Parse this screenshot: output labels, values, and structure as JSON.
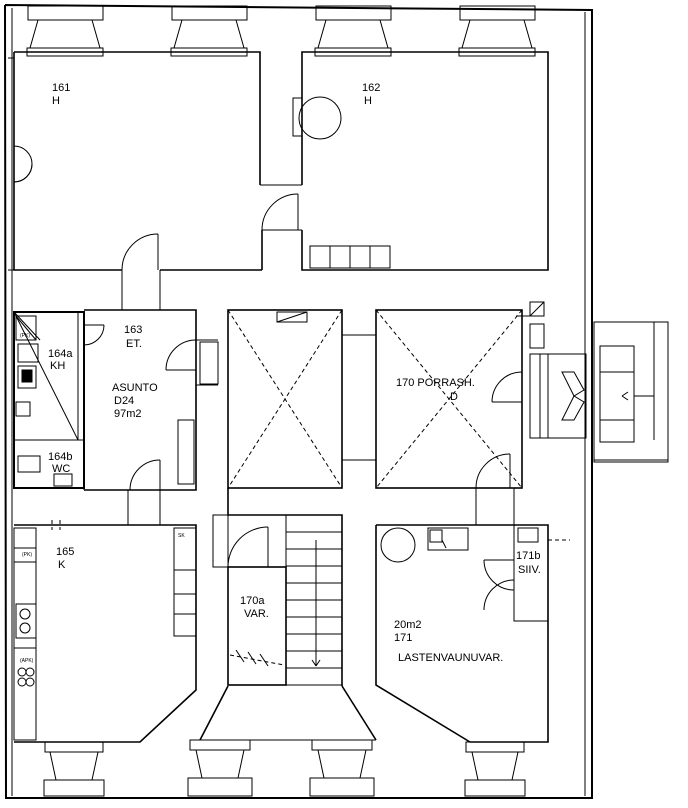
{
  "rooms": {
    "r161": {
      "number": "161",
      "code": "H"
    },
    "r162": {
      "number": "162",
      "code": "H"
    },
    "r163": {
      "number": "163",
      "code": "ET."
    },
    "r164a": {
      "number": "164a",
      "code": "KH"
    },
    "r164b": {
      "number": "164b",
      "code": "WC"
    },
    "r165": {
      "number": "165",
      "code": "K"
    },
    "r170": {
      "label": "170 PORRASH.",
      "code": "D"
    },
    "r170a": {
      "number": "170a",
      "code": "VAR."
    },
    "r171": {
      "area": "20m2",
      "number": "171",
      "code": "LASTENVAUNUVAR."
    },
    "r171b": {
      "number": "171b",
      "code": "SIIV."
    }
  },
  "apartment": {
    "label": "ASUNTO",
    "id": "D24",
    "area": "97m2"
  },
  "fixture_tags": {
    "pk1": "(PK)",
    "sk": "SK",
    "pk2": "(PK)",
    "apk": "(APK)"
  }
}
